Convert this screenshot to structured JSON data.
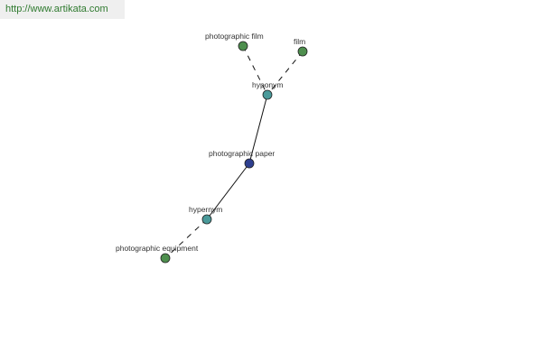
{
  "site": {
    "url": "http://www.artikata.com"
  },
  "colors": {
    "word_node": "#4e8f4e",
    "relation_node": "#4a9a9a",
    "center_node": "#2e3f8f",
    "edge": "#111111",
    "url_text": "#2f7a2f"
  },
  "nodes": [
    {
      "id": "photographic-film",
      "label": "photographic film",
      "kind": "word"
    },
    {
      "id": "film",
      "label": "film",
      "kind": "word"
    },
    {
      "id": "hyponym",
      "label": "hyponym",
      "kind": "relation"
    },
    {
      "id": "photographic-paper",
      "label": "photographic paper",
      "kind": "center"
    },
    {
      "id": "hypernym",
      "label": "hypernym",
      "kind": "relation"
    },
    {
      "id": "photographic-equipment",
      "label": "photographic equipment",
      "kind": "word"
    }
  ],
  "edges": [
    {
      "from": "photographic-film",
      "to": "hyponym",
      "style": "dashed"
    },
    {
      "from": "film",
      "to": "hyponym",
      "style": "dashed"
    },
    {
      "from": "hyponym",
      "to": "photographic-paper",
      "style": "solid"
    },
    {
      "from": "photographic-paper",
      "to": "hypernym",
      "style": "solid"
    },
    {
      "from": "hypernym",
      "to": "photographic-equipment",
      "style": "dashed"
    }
  ]
}
